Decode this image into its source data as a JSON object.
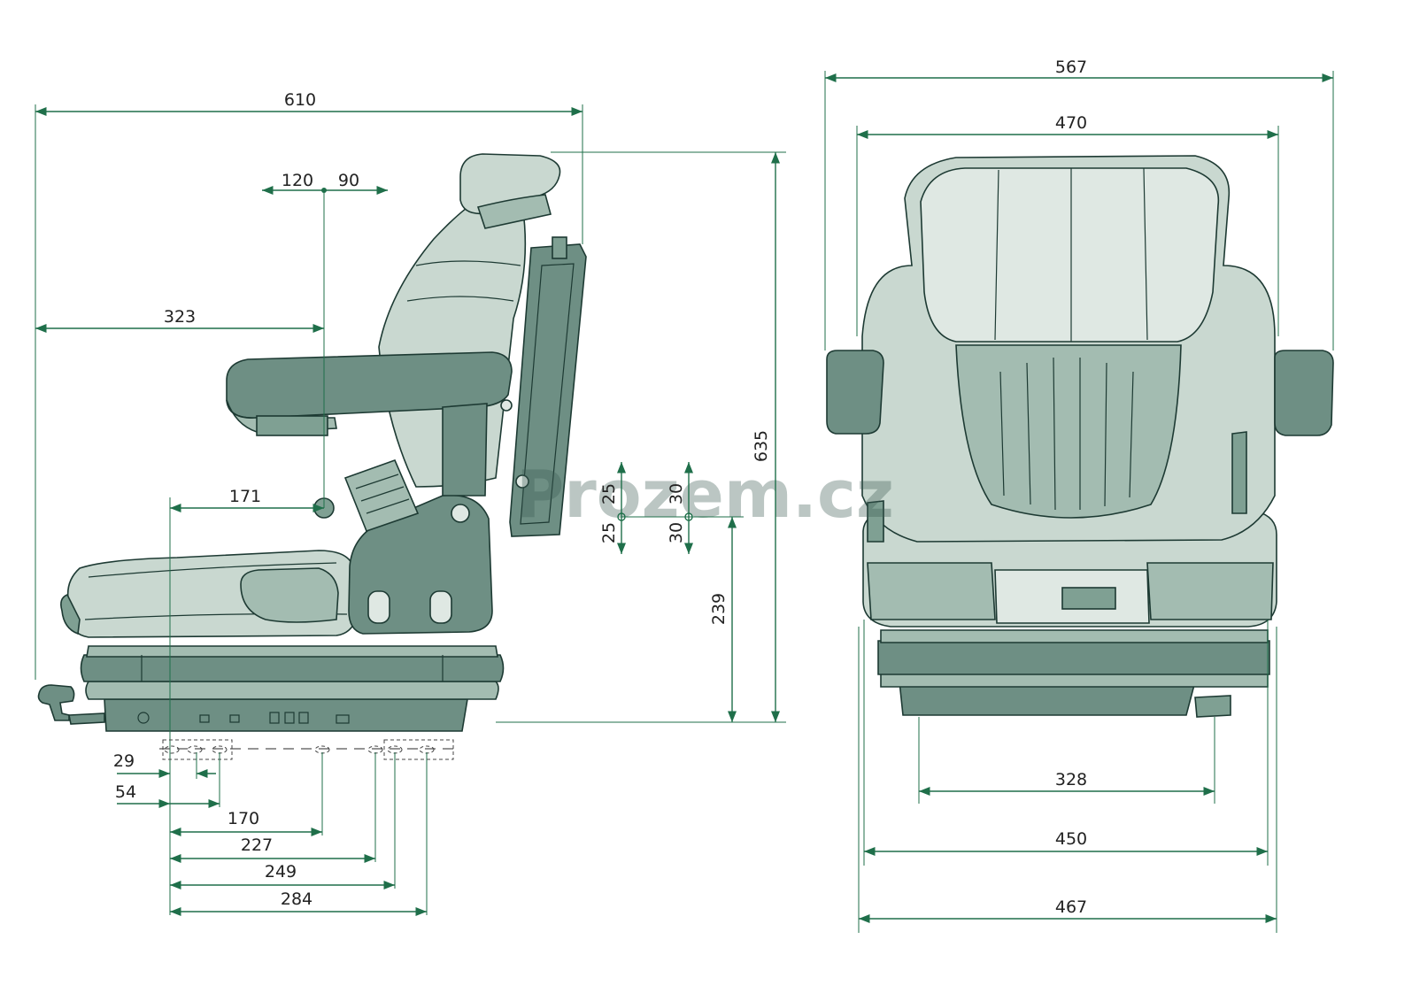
{
  "watermark": "Prozem.cz",
  "side_view": {
    "overall_width": "610",
    "headrest_forward": "120",
    "headrest_back": "90",
    "pivot_offset": "323",
    "sip_offset": "171",
    "overall_height": "635",
    "base_height": "239",
    "adjust_up_left": "25",
    "adjust_down_left": "25",
    "adjust_up_right": "30",
    "adjust_down_right": "30",
    "mount_29": "29",
    "mount_54": "54",
    "mount_170": "170",
    "mount_227": "227",
    "mount_249": "249",
    "mount_284": "284"
  },
  "front_view": {
    "armrest_width": "567",
    "backrest_width": "470",
    "mount_spacing": "328",
    "seat_width": "450",
    "base_width": "467"
  }
}
